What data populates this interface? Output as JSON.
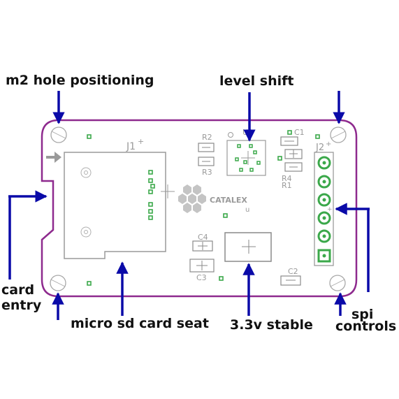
{
  "labels": {
    "m2_hole": "m2 hole positioning",
    "level_shift": "level shift",
    "card_entry_line1": "card",
    "card_entry_line2": "entry",
    "sd_seat": "micro sd card seat",
    "regulator": "3.3v stable",
    "spi_line1": "spi",
    "spi_line2": "controls"
  },
  "silkscreen": {
    "j1": "J1",
    "j2": "J2",
    "u1": "U1",
    "r1": "R1",
    "r2": "R2",
    "r3": "R3",
    "r4": "R4",
    "c1": "C1",
    "c2": "C2",
    "c3": "C3",
    "c4": "C4",
    "brand": "CATALEX",
    "plus": "+",
    "sd_plus": "+"
  },
  "colors": {
    "board_outline": "#8e2a8e",
    "arrow": "#0a0aa8",
    "silkscreen": "#9a9a9a",
    "pad": "#3ba84a",
    "hole": "#a8a8a8",
    "logo": "#c4c4c4"
  }
}
